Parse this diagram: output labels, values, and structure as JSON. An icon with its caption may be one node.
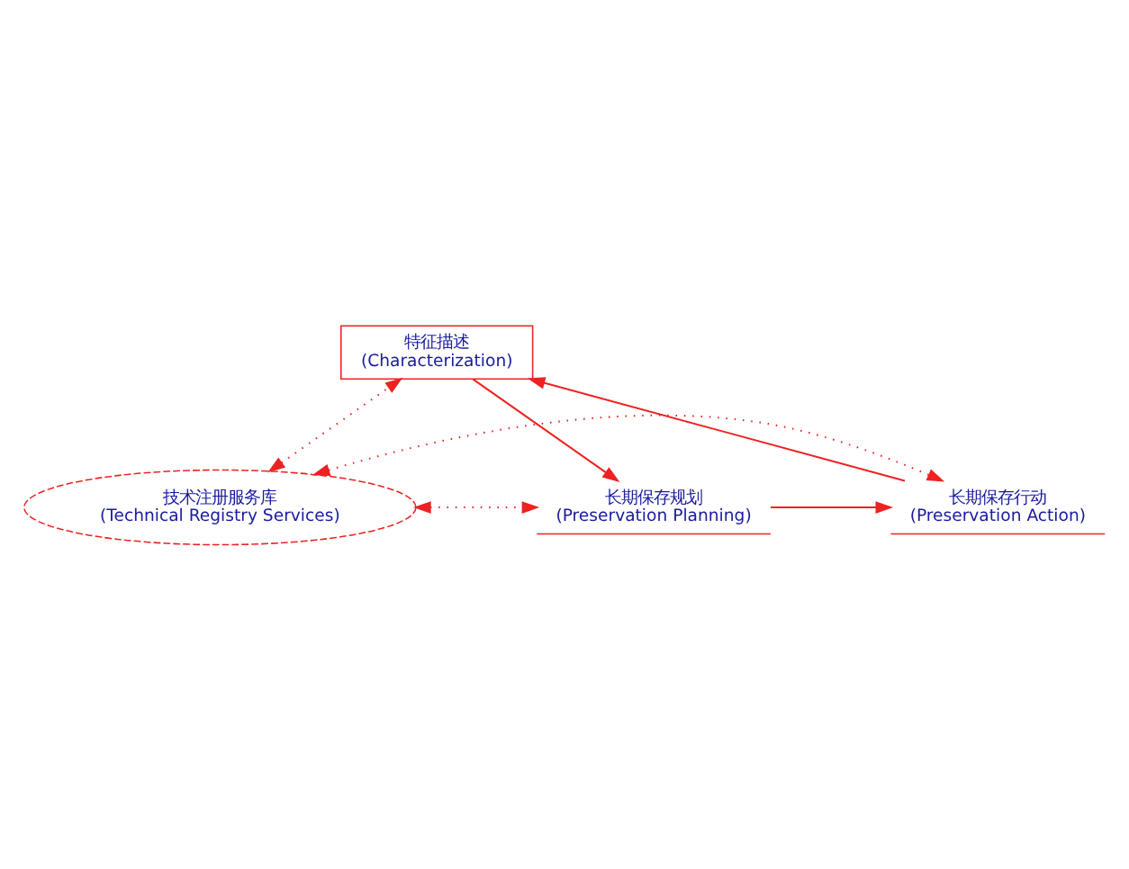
{
  "diagram": {
    "nodes": [
      {
        "text": [
          "特征描述 (Characterization)"
        ]
      },
      {
        "text": [
          "技术注册服务库 (Technical Registry Services)"
        ]
      },
      {
        "text": [
          "长期保存行动 (Preservation Action)"
        ]
      },
      {
        "text": [
          "长期保存规划 (Preservation Planning)"
        ]
      }
    ],
    "edges": [
      {
        "from": 0,
        "to": 3,
        "arrow": "to"
      },
      {
        "from": 3,
        "to": 2,
        "arrow": "to"
      },
      {
        "from": 2,
        "to": 0,
        "arrow": "to"
      },
      {
        "from": 1,
        "to": 0,
        "arrow": "both",
        "style": "dashed"
      },
      {
        "from": 1,
        "to": 2,
        "arrow": "both",
        "style": "dashed"
      },
      {
        "from": 1,
        "to": 3,
        "arrow": "both",
        "style": "dashed"
      }
    ]
  }
}
